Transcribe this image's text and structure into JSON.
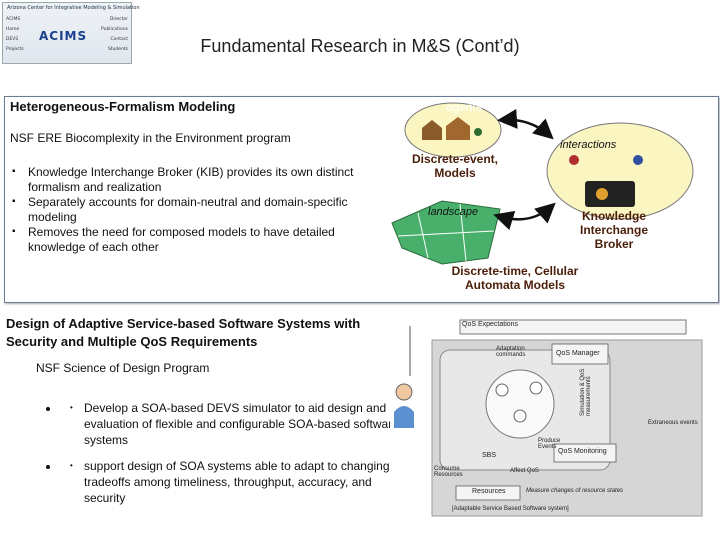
{
  "logo": {
    "top_line": "Arizona Center for Integrative Modeling & Simulation",
    "mark": "ACIMS",
    "side_left": [
      "ACIMS",
      "Home",
      "DEVS",
      "Projects"
    ],
    "side_right": [
      "Director",
      "Publications",
      "Contact",
      "Students"
    ]
  },
  "slide": {
    "title": "Fundamental Research in M&S (Cont’d)"
  },
  "section1": {
    "heading": "Heterogeneous-Formalism Modeling",
    "program": "NSF ERE Biocomplexity in the Environment program",
    "bullets": [
      "Knowledge Interchange Broker (KIB) provides its own distinct formalism and realization",
      "Separately accounts for domain-neutral and domain-specific modeling",
      "Removes the need for composed models to have detailed knowledge of each other"
    ],
    "diagram": {
      "agents": "agents",
      "interactions": "interactions",
      "discrete_event": "Discrete-event, Models",
      "landscape": "landscape",
      "kib": "Knowledge Interchange Broker",
      "discrete_time": "Discrete-time, Cellular Automata Models"
    }
  },
  "section2": {
    "heading": "Design of Adaptive Service-based Software Systems with Security and Multiple QoS Requirements",
    "program": "NSF Science of Design Program",
    "bullets": [
      "Develop a SOA-based DEVS simulator to aid design and evaluation of flexible and configurable SOA-based software systems",
      "support design of SOA systems able to adapt to changing tradeoffs among timeliness, throughput, accuracy, and security"
    ],
    "diagram": {
      "qos_expectations": "QoS Expectations",
      "adaptation_commands": "Adaptation commands",
      "qos_manager": "QoS Manager",
      "sim_label": "Simulation & QoS measurements",
      "extraneous": "Extraneous events",
      "produce_events": "Produce Events",
      "sbs": "SBS",
      "consume_resources": "Consume Resources",
      "affect_qos": "Affect QoS",
      "qos_monitoring": "QoS Monitoring",
      "resources": "Resources",
      "measure": "Measure changes of resource states",
      "footer": "[Adaptable Service Based Software system]"
    }
  },
  "colors": {
    "panel_border": "#6b7a95",
    "ellipse_fill": "#fbf5c2",
    "brown_text": "#4a1e08"
  }
}
